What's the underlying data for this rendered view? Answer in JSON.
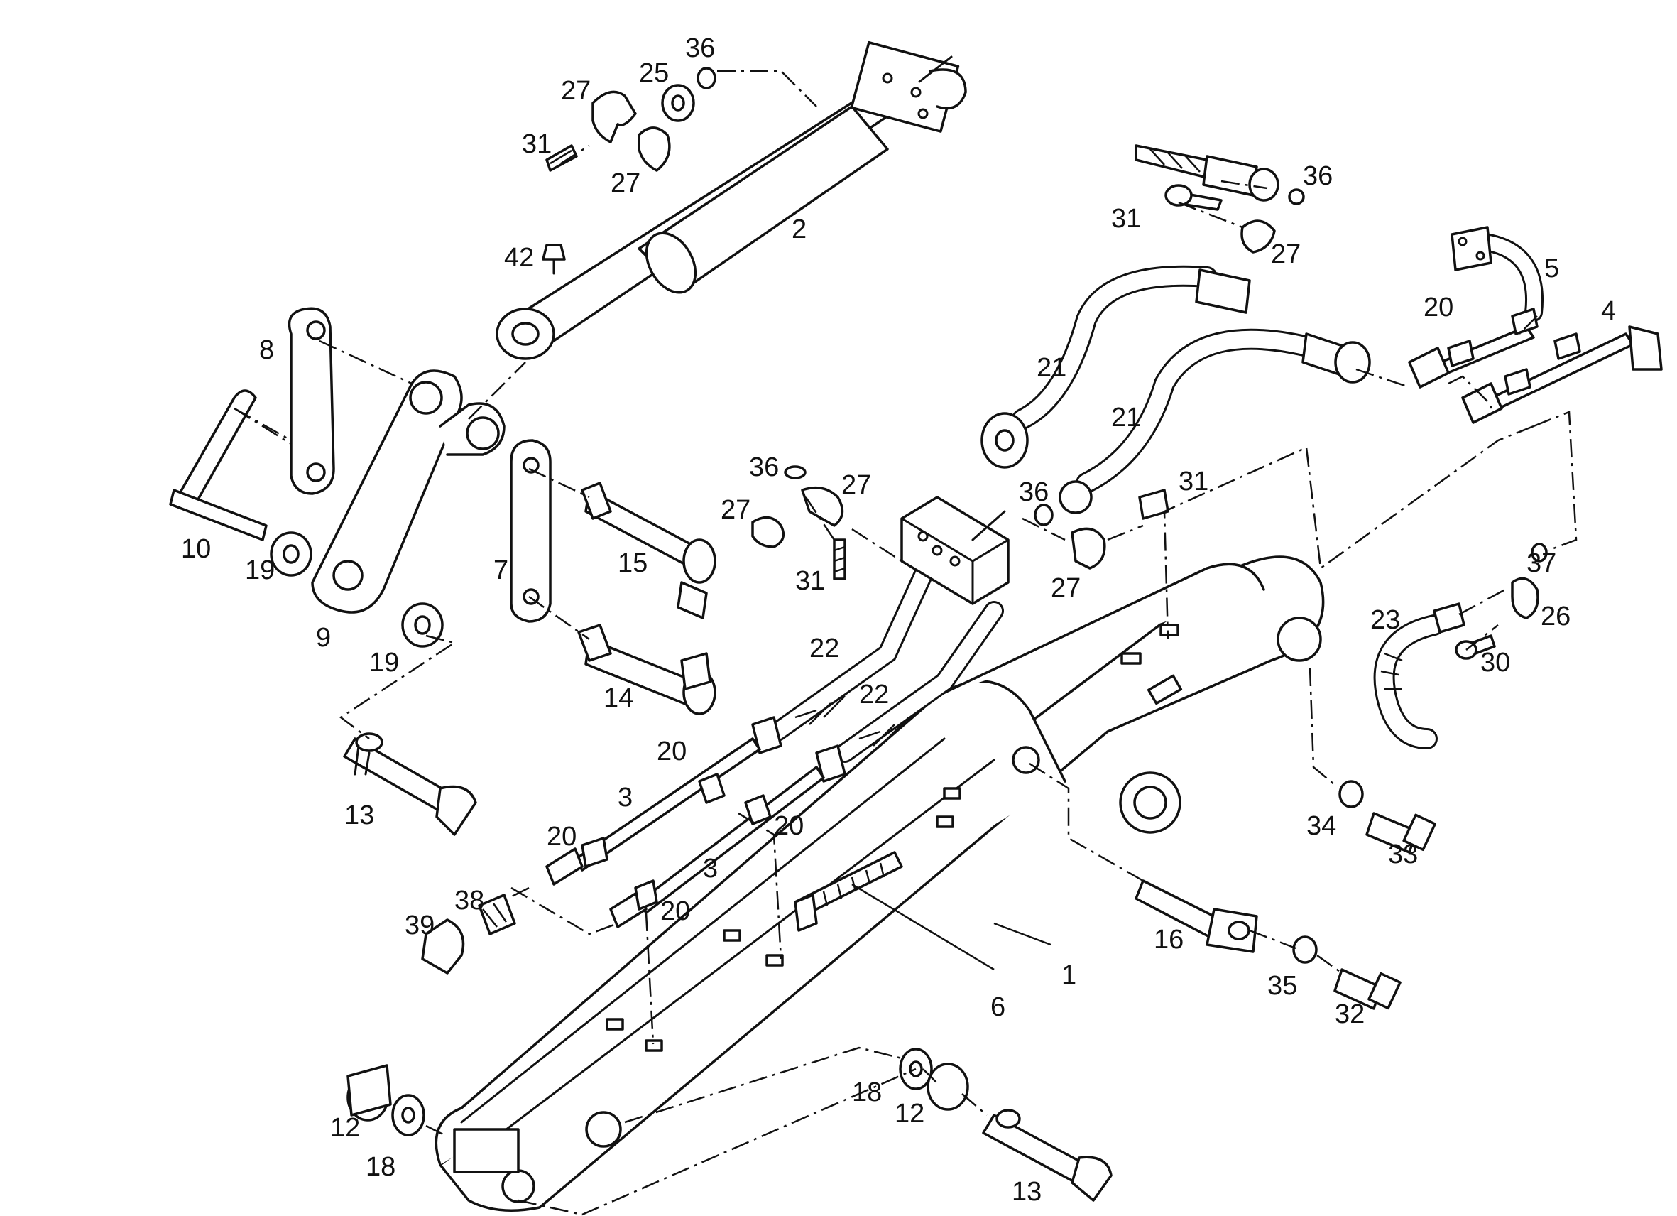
{
  "callouts": [
    {
      "id": "c1",
      "text": "1"
    },
    {
      "id": "c2",
      "text": "2"
    },
    {
      "id": "c3a",
      "text": "3"
    },
    {
      "id": "c3b",
      "text": "3"
    },
    {
      "id": "c4",
      "text": "4"
    },
    {
      "id": "c5",
      "text": "5"
    },
    {
      "id": "c6",
      "text": "6"
    },
    {
      "id": "c7",
      "text": "7"
    },
    {
      "id": "c8",
      "text": "8"
    },
    {
      "id": "c9",
      "text": "9"
    },
    {
      "id": "c10",
      "text": "10"
    },
    {
      "id": "c12a",
      "text": "12"
    },
    {
      "id": "c12b",
      "text": "12"
    },
    {
      "id": "c13a",
      "text": "13"
    },
    {
      "id": "c13b",
      "text": "13"
    },
    {
      "id": "c14",
      "text": "14"
    },
    {
      "id": "c15",
      "text": "15"
    },
    {
      "id": "c16",
      "text": "16"
    },
    {
      "id": "c18a",
      "text": "18"
    },
    {
      "id": "c18b",
      "text": "18"
    },
    {
      "id": "c19a",
      "text": "19"
    },
    {
      "id": "c19b",
      "text": "19"
    },
    {
      "id": "c20a",
      "text": "20"
    },
    {
      "id": "c20b",
      "text": "20"
    },
    {
      "id": "c20c",
      "text": "20"
    },
    {
      "id": "c20d",
      "text": "20"
    },
    {
      "id": "c20e",
      "text": "20"
    },
    {
      "id": "c21a",
      "text": "21"
    },
    {
      "id": "c21b",
      "text": "21"
    },
    {
      "id": "c22a",
      "text": "22"
    },
    {
      "id": "c22b",
      "text": "22"
    },
    {
      "id": "c23",
      "text": "23"
    },
    {
      "id": "c25",
      "text": "25"
    },
    {
      "id": "c26",
      "text": "26"
    },
    {
      "id": "c27a",
      "text": "27"
    },
    {
      "id": "c27b",
      "text": "27"
    },
    {
      "id": "c27c",
      "text": "27"
    },
    {
      "id": "c27d",
      "text": "27"
    },
    {
      "id": "c27e",
      "text": "27"
    },
    {
      "id": "c27f",
      "text": "27"
    },
    {
      "id": "c30",
      "text": "30"
    },
    {
      "id": "c31a",
      "text": "31"
    },
    {
      "id": "c31b",
      "text": "31"
    },
    {
      "id": "c31c",
      "text": "31"
    },
    {
      "id": "c31d",
      "text": "31"
    },
    {
      "id": "c32",
      "text": "32"
    },
    {
      "id": "c33",
      "text": "33"
    },
    {
      "id": "c34",
      "text": "34"
    },
    {
      "id": "c35",
      "text": "35"
    },
    {
      "id": "c36a",
      "text": "36"
    },
    {
      "id": "c36b",
      "text": "36"
    },
    {
      "id": "c36c",
      "text": "36"
    },
    {
      "id": "c36d",
      "text": "36"
    },
    {
      "id": "c37",
      "text": "37"
    },
    {
      "id": "c38",
      "text": "38"
    },
    {
      "id": "c39",
      "text": "39"
    },
    {
      "id": "c42",
      "text": "42"
    }
  ]
}
